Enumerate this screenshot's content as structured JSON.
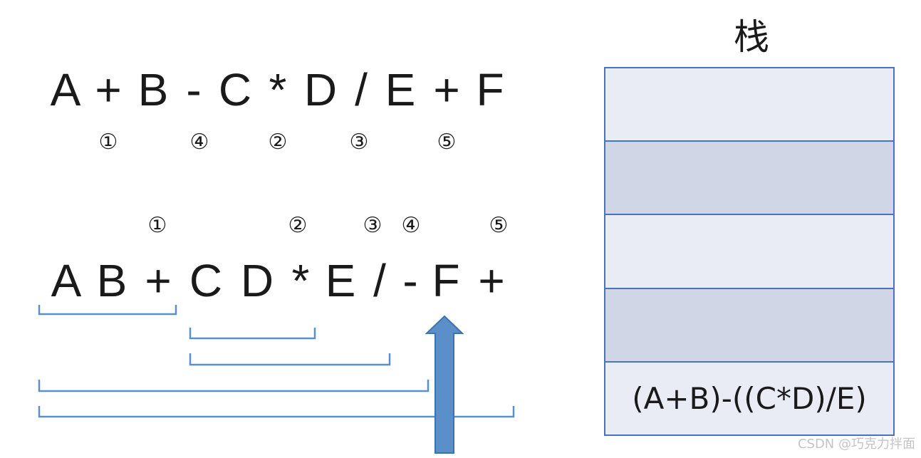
{
  "infix": {
    "tokens": [
      "A",
      "+",
      "B",
      "-",
      "C",
      "*",
      "D",
      "/",
      "E",
      "+",
      "F"
    ]
  },
  "infix_order": [
    "①",
    "④",
    "②",
    "③",
    "⑤"
  ],
  "postfix": {
    "tokens": [
      "A",
      "B",
      "+",
      "C",
      "D",
      "*",
      "E",
      "/",
      "-",
      "F",
      "+"
    ]
  },
  "postfix_order": [
    "①",
    "②",
    "③",
    "④",
    "⑤"
  ],
  "stack": {
    "title": "栈",
    "cells": [
      "",
      "",
      "",
      "",
      "(A+B)-((C*D)/E)"
    ]
  },
  "colors": {
    "bracket": "#5b8fc9",
    "arrow": "#5b8fc9",
    "stack_border": "#4a72c4",
    "stack_light": "#eaecf5",
    "stack_dark": "#d1d6e6"
  },
  "icons": {
    "scan_pointer": "up-arrow-icon"
  },
  "watermark": "CSDN @巧克力拌面"
}
